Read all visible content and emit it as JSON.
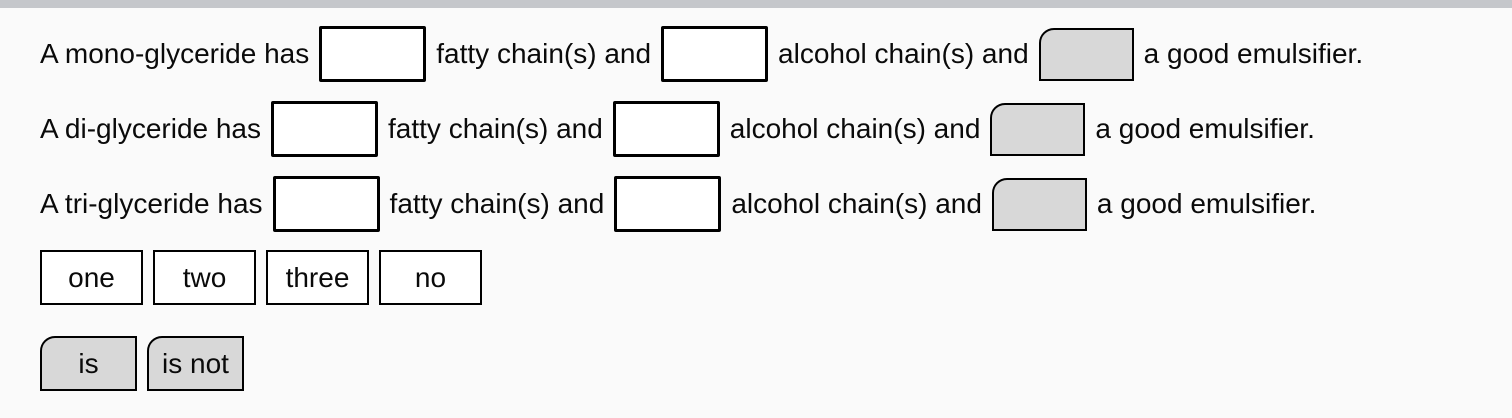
{
  "colors": {
    "page-bg": "#fafafa",
    "top-bar": "#c5c7cb",
    "blank-bg": "#ffffff",
    "gray-bg": "#d8d8d8",
    "border": "#000000",
    "text": "#0a0a0a"
  },
  "sentences": [
    {
      "prefix": "A mono-glyceride has",
      "after_blank1": "fatty chain(s) and",
      "after_blank2": "alcohol chain(s) and",
      "suffix": "a good emulsifier."
    },
    {
      "prefix": "A di-glyceride has",
      "after_blank1": "fatty chain(s) and",
      "after_blank2": "alcohol chain(s) and",
      "suffix": "a good emulsifier."
    },
    {
      "prefix": "A tri-glyceride has",
      "after_blank1": "fatty chain(s) and",
      "after_blank2": "alcohol chain(s) and",
      "suffix": "a good emulsifier."
    }
  ],
  "word_bank": {
    "quantities": [
      "one",
      "two",
      "three",
      "no"
    ],
    "verbs": [
      "is",
      "is not"
    ]
  }
}
